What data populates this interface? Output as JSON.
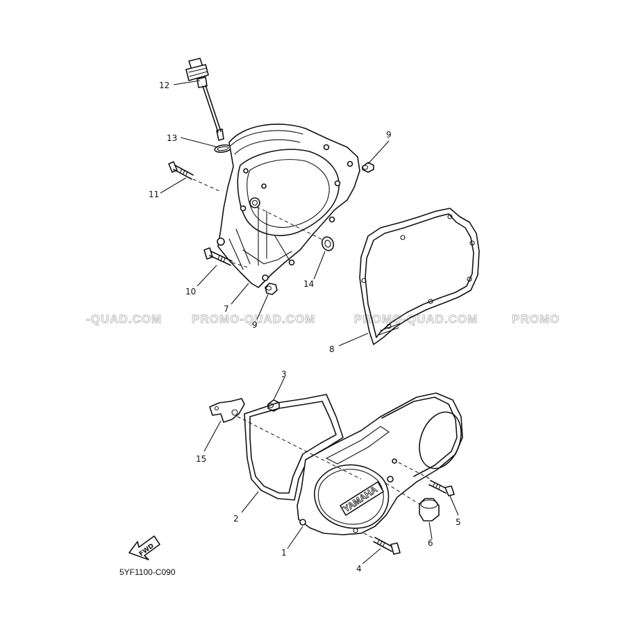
{
  "diagram": {
    "part_code": "5YF1100-C090",
    "watermark": [
      "-QUAD.COM",
      "PROMO-QUAD.COM",
      "PROMO-QUAD.COM",
      "PROMO"
    ],
    "fwd_label": "FWD",
    "cover_logo": "YAMAHA",
    "callouts": {
      "c1": "1",
      "c2": "2",
      "c3": "3",
      "c4": "4",
      "c5": "5",
      "c6": "6",
      "c7": "7",
      "c8": "8",
      "c9a": "9",
      "c9b": "9",
      "c10": "10",
      "c11": "11",
      "c12": "12",
      "c13": "13",
      "c14": "14",
      "c15": "15"
    }
  }
}
